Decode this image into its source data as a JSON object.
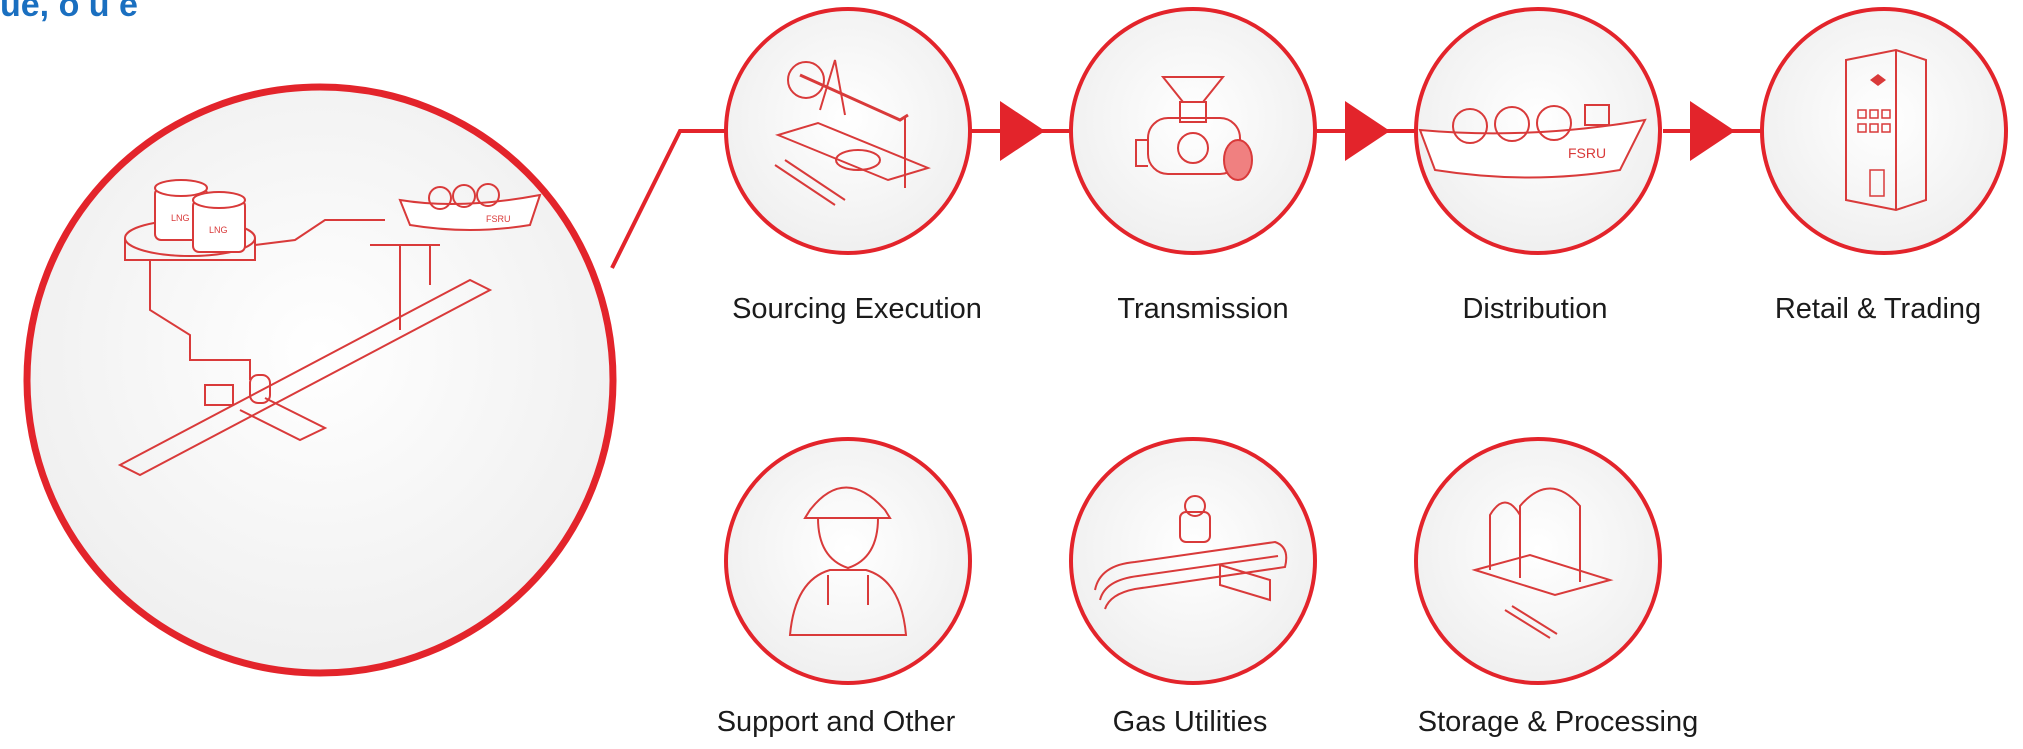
{
  "header": {
    "title": "ue, o  u  e"
  },
  "colors": {
    "accent": "#e3242b",
    "title_blue": "#1a6fc0",
    "text": "#1b1b1b"
  },
  "stages_top": [
    {
      "label": "Sourcing Execution",
      "icon": "oil-pump-jack-icon"
    },
    {
      "label": "Transmission",
      "icon": "pipeline-valve-icon"
    },
    {
      "label": "Distribution",
      "icon": "fsru-ship-icon"
    },
    {
      "label": "Retail & Trading",
      "icon": "office-building-icon"
    }
  ],
  "stages_bottom": [
    {
      "label": "Support and Other",
      "icon": "worker-hardhat-icon"
    },
    {
      "label": "Gas Utilities",
      "icon": "gas-pipe-manifold-icon"
    },
    {
      "label": "Storage & Processing",
      "icon": "storage-tanks-icon"
    }
  ],
  "overview_illustration": {
    "icon": "lng-terminal-overview-icon",
    "texts": {
      "tank_1": "LNG",
      "tank_2": "LNG",
      "ship": "FSRU"
    }
  },
  "ship_label": "FSRU"
}
